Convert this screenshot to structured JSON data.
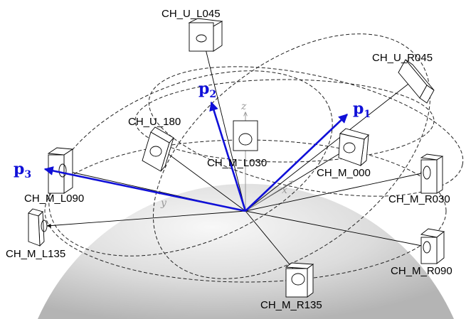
{
  "colors": {
    "vector_blue": "#1010d8",
    "sphere_light": "#f7f7f7",
    "sphere_dark": "#b9b9b9",
    "axis_gray": "#9a9a9a"
  },
  "speakers": [
    {
      "id": "ch_u_l045",
      "label": "CH_U_L045"
    },
    {
      "id": "ch_u_r045",
      "label": "CH_U_R045"
    },
    {
      "id": "ch_u_180",
      "label": "CH_U_180"
    },
    {
      "id": "ch_m_l030",
      "label": "CH_M_L030"
    },
    {
      "id": "ch_m_000",
      "label": "CH_M_000"
    },
    {
      "id": "ch_m_l090",
      "label": "CH_M_L090"
    },
    {
      "id": "ch_m_r030",
      "label": "CH_M_R030"
    },
    {
      "id": "ch_m_l135",
      "label": "CH_M_L135"
    },
    {
      "id": "ch_m_r090",
      "label": "CH_M_R090"
    },
    {
      "id": "ch_m_r135",
      "label": "CH_M_R135"
    }
  ],
  "vectors": [
    {
      "id": "p1",
      "symbol": "p",
      "subscript": "1"
    },
    {
      "id": "p2",
      "symbol": "p",
      "subscript": "2"
    },
    {
      "id": "p3",
      "symbol": "p",
      "subscript": "3"
    }
  ],
  "axes": {
    "x": "x",
    "y": "y",
    "z": "z"
  }
}
